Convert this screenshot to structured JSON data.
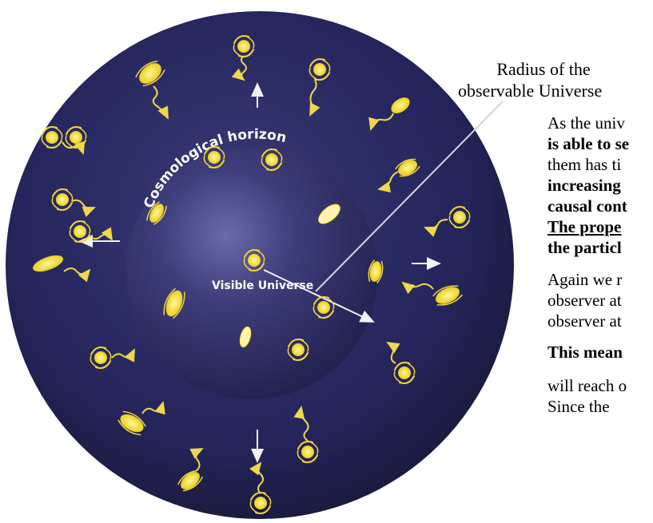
{
  "diagram": {
    "cosmological_horizon_label": "Cosmological horizon",
    "visible_universe_label": "Visible Universe",
    "callout": {
      "line1": "Radius of the",
      "line2": "observable Universe"
    },
    "colors": {
      "outer_sphere": "#1f1f48",
      "inner_sphere": "#2b2a5c",
      "galaxy": "#ffe21a",
      "arrow": "#ffffff",
      "pointer_line": "#c8c8d8"
    }
  },
  "text_column": {
    "p1_line1": "As the univ",
    "p1_line2": "is able to se",
    "p1_line3": "them has ti",
    "p1_line4": "increasing",
    "p1_line5": "causal cont",
    "p1_line6": "The prope",
    "p1_line7": "the particl",
    "p2_line1": "Again we r",
    "p2_line2": "observer at",
    "p2_line3": "observer at",
    "p3_line1": "This mean",
    "p4_line1": "will reach o",
    "p4_line2": "Since the"
  }
}
